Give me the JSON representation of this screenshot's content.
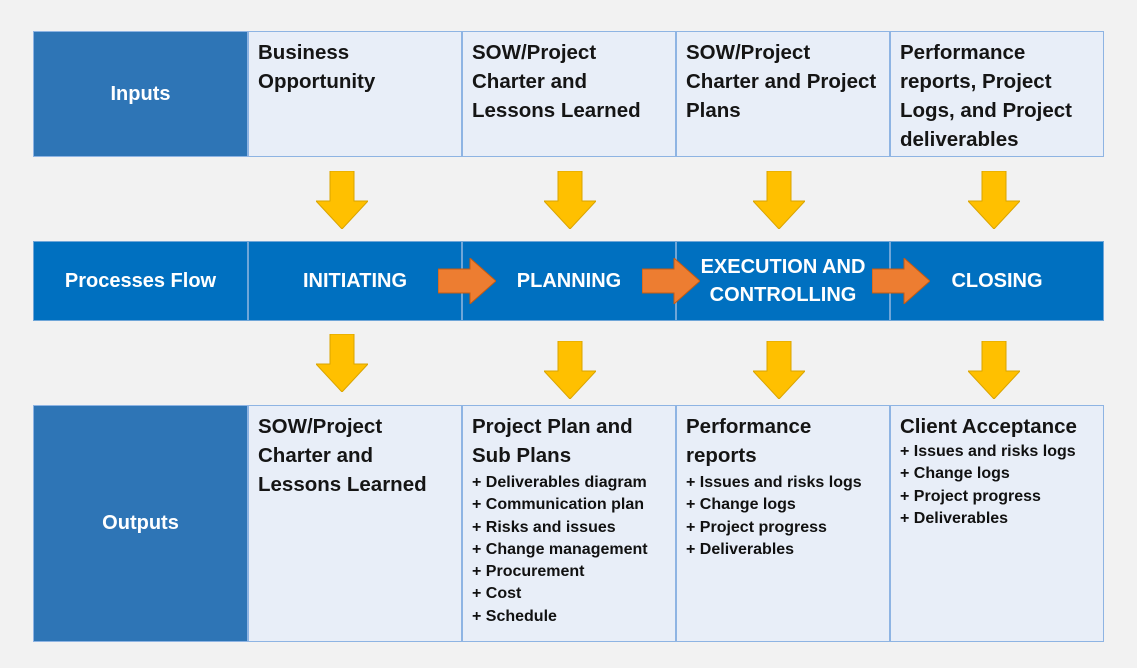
{
  "colors": {
    "background": "#f2f2f2",
    "label_blue": "#2e75b6",
    "process_blue": "#0070c0",
    "cell_fill": "#e8eef8",
    "cell_border": "#8eb4e3",
    "down_arrow": "#ffc000",
    "right_arrow": "#ed7d31"
  },
  "inputs": {
    "label": "Inputs",
    "cells": [
      {
        "text": "Business Opportunity"
      },
      {
        "text": "SOW/Project Charter and Lessons Learned"
      },
      {
        "text": "SOW/Project Charter and Project Plans"
      },
      {
        "text": "Performance reports, Project Logs, and Project deliverables"
      }
    ]
  },
  "process": {
    "label": "Processes Flow",
    "steps": [
      {
        "text": "INITIATING"
      },
      {
        "text": "PLANNING"
      },
      {
        "text": "EXECUTION AND CONTROLLING"
      },
      {
        "text": "CLOSING"
      }
    ]
  },
  "outputs": {
    "label": "Outputs",
    "cells": [
      {
        "heading": "SOW/Project Charter and Lessons Learned",
        "items": []
      },
      {
        "heading": "Project Plan and Sub Plans",
        "items": [
          "+ Deliverables diagram",
          "+ Communication plan",
          "+ Risks and issues",
          "+ Change management",
          "+ Procurement",
          "+ Cost",
          "+ Schedule"
        ]
      },
      {
        "heading": "Performance reports",
        "items": [
          "+ Issues and risks logs",
          "+ Change logs",
          "+ Project progress",
          "+ Deliverables"
        ]
      },
      {
        "heading": "Client Acceptance",
        "items": [
          "+ Issues and risks logs",
          "+ Change logs",
          "+ Project progress",
          "+ Deliverables"
        ]
      }
    ]
  }
}
